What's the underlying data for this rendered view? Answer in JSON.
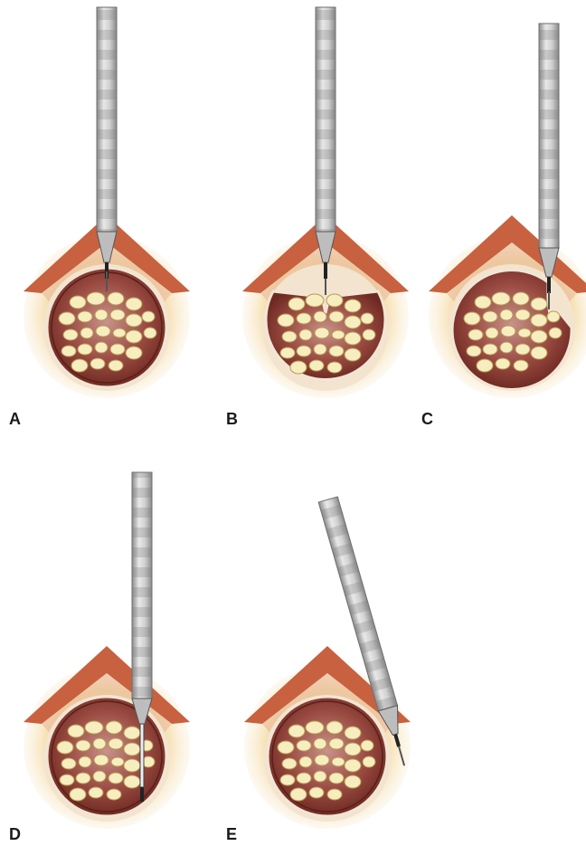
{
  "panels": [
    {
      "id": "A",
      "label": "A"
    },
    {
      "id": "B",
      "label": "B"
    },
    {
      "id": "C",
      "label": "C"
    },
    {
      "id": "D",
      "label": "D"
    },
    {
      "id": "E",
      "label": "E"
    }
  ],
  "colors": {
    "fat": "#f3d9a2",
    "muscle": "#c8613f",
    "epineurium": "#7a2e25",
    "nerve_interior": "#9b4a40",
    "fascicle": "#f7eebf",
    "needle_shaft": "#c9c9c9",
    "needle_stripe": "#a3a3a3"
  }
}
